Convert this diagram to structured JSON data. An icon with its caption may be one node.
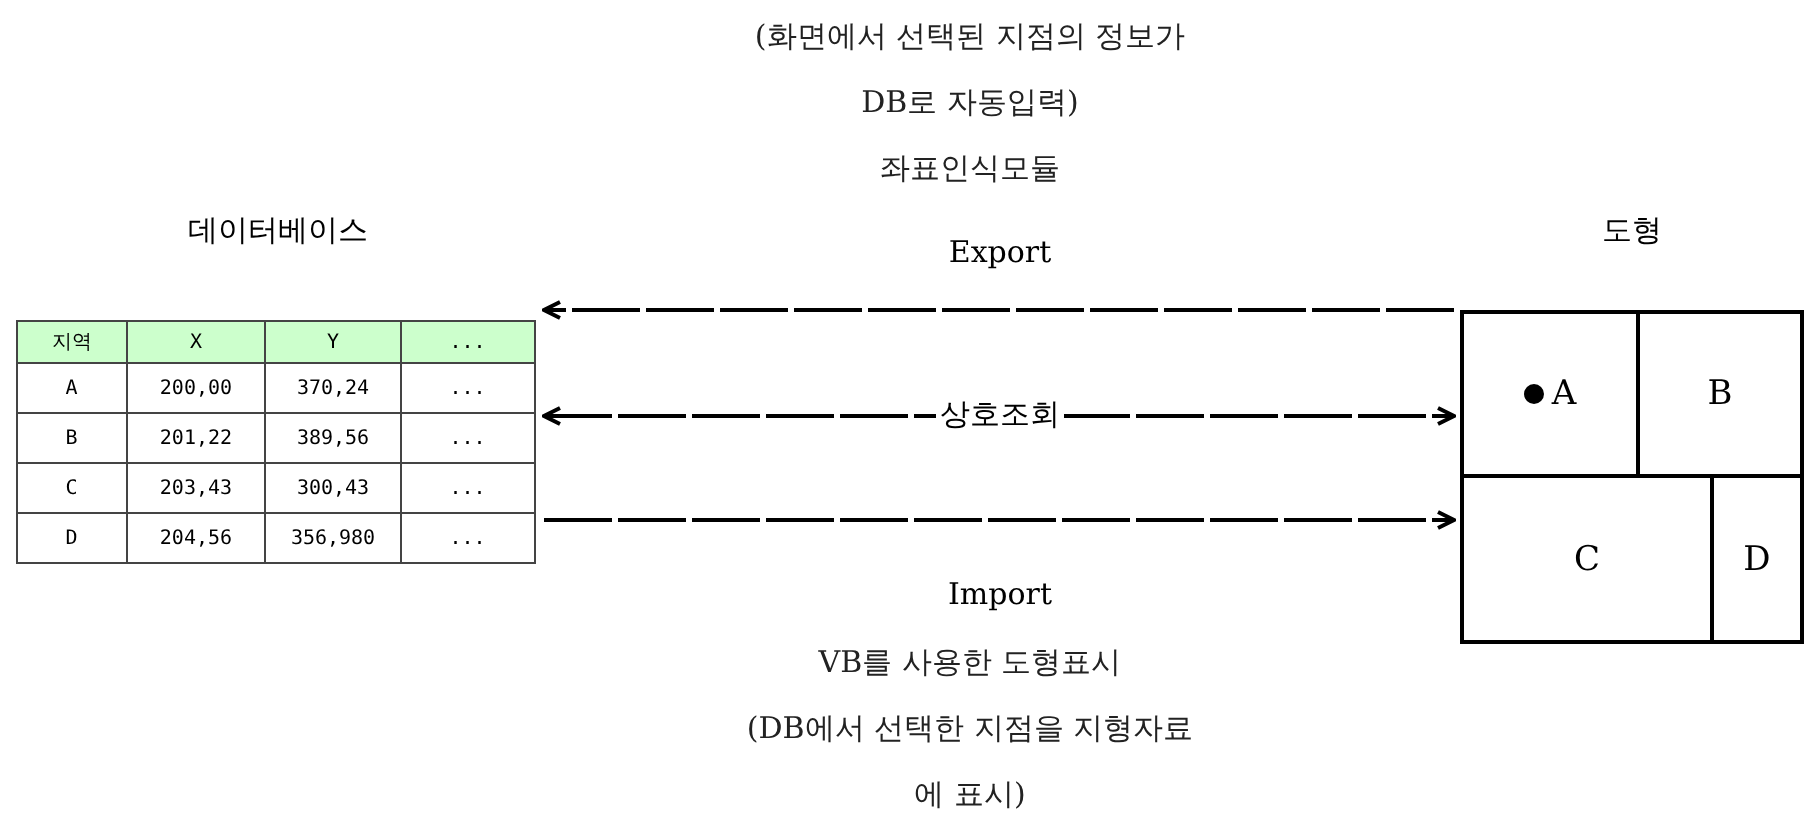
{
  "diagram": {
    "nodes": [
      {
        "text": [
          "데이터베이스"
        ]
      },
      {
        "text": [
          "도형"
        ]
      },
      {
        "text": [
          "A"
        ],
        "in": 1
      },
      {
        "text": [
          "B"
        ],
        "in": 1
      },
      {
        "text": [
          "C"
        ],
        "in": 1
      },
      {
        "text": [
          "D"
        ],
        "in": 1
      }
    ],
    "edges": [
      {
        "from": 1,
        "to": 0,
        "arrow": "to",
        "style": "dashed",
        "label": "Export"
      },
      {
        "from": 0,
        "to": 1,
        "arrow": "both",
        "style": "dashed",
        "label": "상호조회"
      },
      {
        "from": 0,
        "to": 1,
        "arrow": "to",
        "style": "dashed",
        "label": "Import"
      }
    ],
    "labels": [
      "(화면에서 선택된 지점의 정보가 DB로 자동입력)",
      "좌표인식모듈",
      "지역",
      "X",
      "Y",
      "...",
      "A",
      "200,00",
      "370,24",
      "...",
      "B",
      "201,22",
      "389,56",
      "...",
      "C",
      "203,43",
      "300,43",
      "...",
      "D",
      "204,56",
      "356,980",
      "...",
      "VB를 사용한 도형표시",
      "(DB에서 선택한 지점을 지형자료에 표시)"
    ]
  }
}
